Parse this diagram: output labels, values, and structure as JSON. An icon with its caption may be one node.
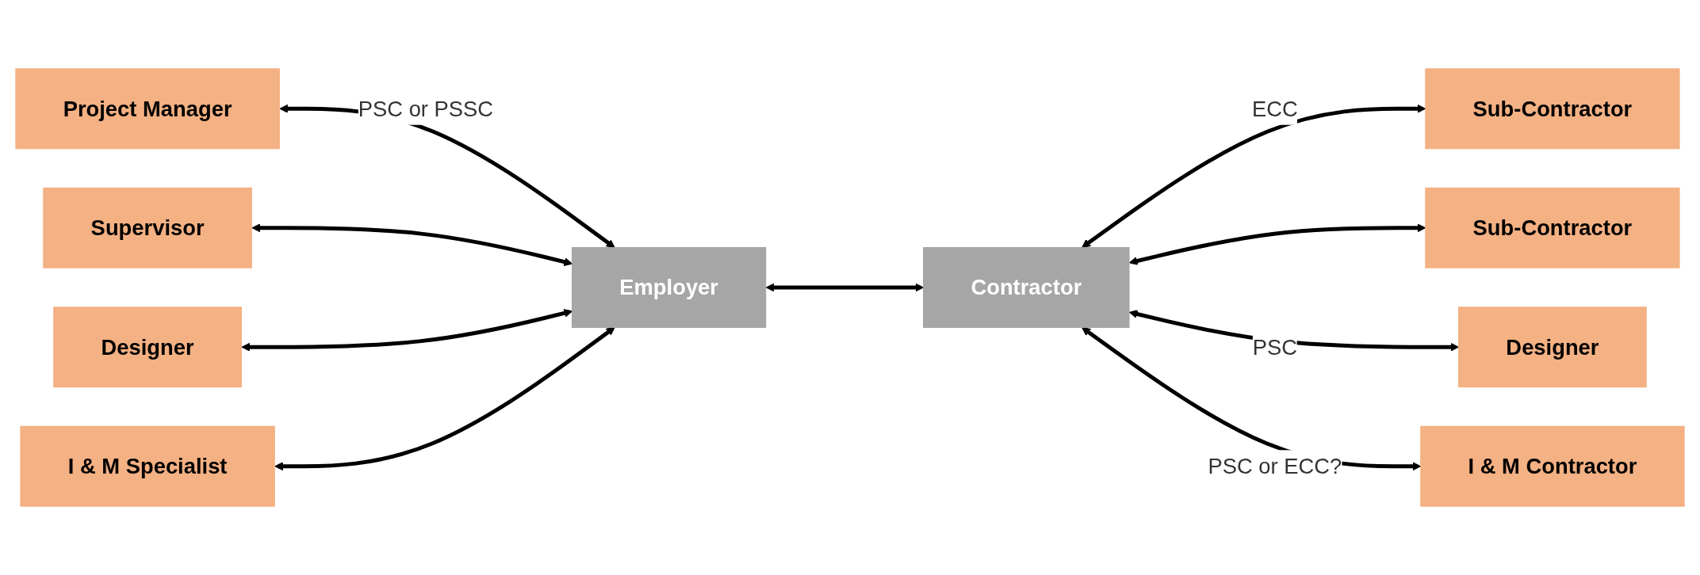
{
  "diagram": {
    "nodes": [
      {
        "text": [
          "Project Manager"
        ]
      },
      {
        "text": [
          "Supervisor"
        ]
      },
      {
        "text": [
          "Designer"
        ]
      },
      {
        "text": [
          "I & M Specialist"
        ]
      },
      {
        "text": [
          "Employer"
        ]
      },
      {
        "text": [
          "Contractor"
        ]
      },
      {
        "text": [
          "Sub-Contractor"
        ]
      },
      {
        "text": [
          "Sub-Contractor"
        ]
      },
      {
        "text": [
          "Designer"
        ]
      },
      {
        "text": [
          "I & M Contractor"
        ]
      }
    ],
    "edges": [
      {
        "from": 0,
        "to": 4,
        "arrow": "both",
        "label": "PSC or PSSC"
      },
      {
        "from": 1,
        "to": 4,
        "arrow": "both"
      },
      {
        "from": 2,
        "to": 4,
        "arrow": "both"
      },
      {
        "from": 3,
        "to": 4,
        "arrow": "both"
      },
      {
        "from": 4,
        "to": 5,
        "arrow": "both"
      },
      {
        "from": 5,
        "to": 6,
        "arrow": "both",
        "label": "ECC"
      },
      {
        "from": 5,
        "to": 7,
        "arrow": "both"
      },
      {
        "from": 5,
        "to": 8,
        "arrow": "both",
        "label": "PSC"
      },
      {
        "from": 5,
        "to": 9,
        "arrow": "both",
        "label": "PSC or ECC?"
      }
    ]
  }
}
